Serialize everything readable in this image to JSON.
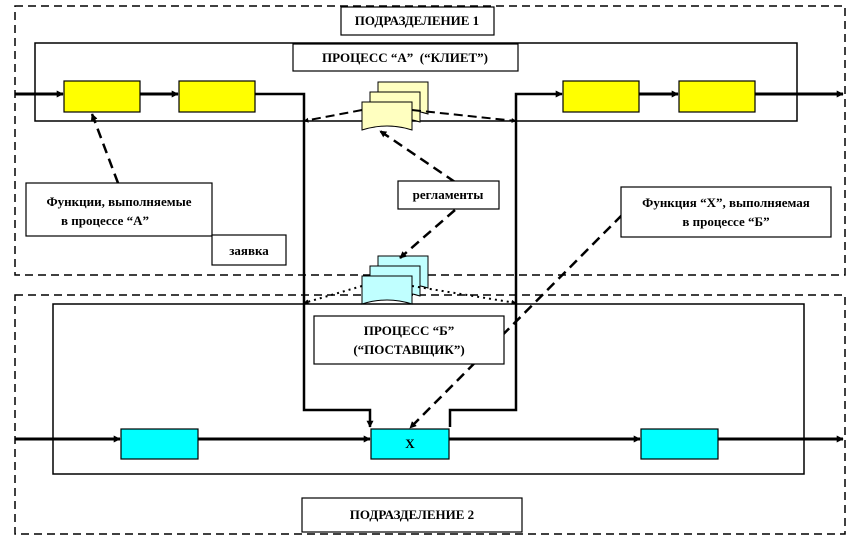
{
  "labels": {
    "division_1": "ПОДРАЗДЕЛЕНИЕ 1",
    "division_2": "ПОДРАЗДЕЛЕНИЕ 2",
    "process_a": "ПРОЦЕСС “А”  (“КЛИЕТ”)",
    "process_b_line1": "ПРОЦЕСС “Б”",
    "process_b_line2": "(“ПОСТАВЩИК”)",
    "regulations": "регламенты",
    "functions_a_line1": "Функции, выполняемые",
    "functions_a_line2": "в процессе “А”",
    "request": "заявка",
    "function_x_line1": "Функция “Х”, выполняемая",
    "function_x_line2": "в процессе “Б”",
    "function_x_box": "Х"
  },
  "colors": {
    "process_a_function": "#ffff00",
    "process_b_function": "#00ffff",
    "regulation_doc_a": "#ffffc0",
    "regulation_doc_b": "#c0ffff",
    "line": "#000000",
    "background": "#ffffff"
  }
}
